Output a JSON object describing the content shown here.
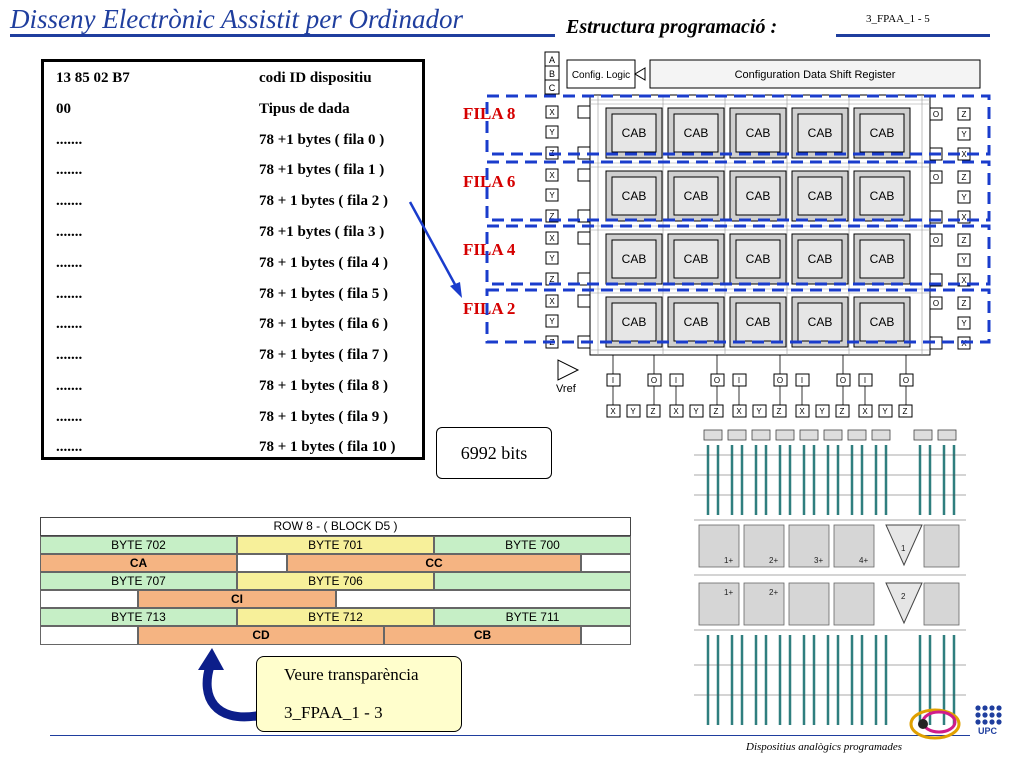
{
  "header": {
    "title": "Disseny Electrònic Assistit per Ordinador",
    "subtitle": "Estructura programació :",
    "slide_ref": "3_FPAA_1  - 5"
  },
  "config_table": {
    "rows": [
      {
        "col1": "13 85 02 B7",
        "col2": "codi ID dispositiu"
      },
      {
        "col1": "00",
        "col2": "Tipus de dada"
      },
      {
        "col1": ".......",
        "col2": "78 +1 bytes ( fila 0 )"
      },
      {
        "col1": ".......",
        "col2": "78 +1 bytes ( fila 1 )"
      },
      {
        "col1": ".......",
        "col2": "78 + 1 bytes ( fila 2 )"
      },
      {
        "col1": ".......",
        "col2": "78 +1 bytes ( fila 3 )"
      },
      {
        "col1": ".......",
        "col2": "78 + 1 bytes ( fila 4 )"
      },
      {
        "col1": ".......",
        "col2": "78 + 1 bytes ( fila 5 )"
      },
      {
        "col1": ".......",
        "col2": "78 + 1 bytes ( fila 6 )"
      },
      {
        "col1": ".......",
        "col2": "78 + 1 bytes ( fila 7 )"
      },
      {
        "col1": ".......",
        "col2": "78 + 1 bytes ( fila 8 )"
      },
      {
        "col1": ".......",
        "col2": "78 + 1 bytes ( fila 9 )"
      },
      {
        "col1": ".......",
        "col2": "78 + 1 bytes ( fila 10 )"
      }
    ]
  },
  "fila_labels": [
    "FILA 8",
    "FILA 6",
    "FILA 4",
    "FILA 2"
  ],
  "bits_label": "6992 bits",
  "chip": {
    "config_logic": "Config. Logic",
    "shift_register": "Configuration Data Shift Register",
    "cab": "CAB",
    "vref": "Vref",
    "left_pins": [
      "A",
      "B",
      "C"
    ],
    "io_in": "I",
    "io_out": "O",
    "xyz": [
      "X",
      "Y",
      "Z"
    ]
  },
  "row_table": {
    "header": "ROW 8 - ( BLOCK D5 )",
    "bytes_row1": [
      "BYTE 702",
      "BYTE 701",
      "BYTE 700"
    ],
    "cells_row2": [
      "CA",
      "CC"
    ],
    "bytes_row3": [
      "BYTE 707",
      "BYTE 706"
    ],
    "cells_row4": [
      "CI"
    ],
    "bytes_row5": [
      "BYTE 713",
      "BYTE 712",
      "BYTE 711"
    ],
    "cells_row6": [
      "CD",
      "CB"
    ]
  },
  "note": {
    "line1": "Veure transparència",
    "line2": "3_FPAA_1 - 3"
  },
  "schematic_labels": [
    "1+",
    "2+",
    "3+",
    "4+",
    "1",
    "2"
  ],
  "footer": {
    "text": "Dispositius analògics programades",
    "logo": "UPC"
  },
  "colors": {
    "title_blue": "#1f3e9e",
    "fila_red": "#d50000",
    "dash_blue": "#1a3ccc",
    "byte_green": "#c6efc6",
    "byte_yellow": "#f7f09a",
    "cell_orange": "#f5b482",
    "note_bg": "#fffecc"
  }
}
